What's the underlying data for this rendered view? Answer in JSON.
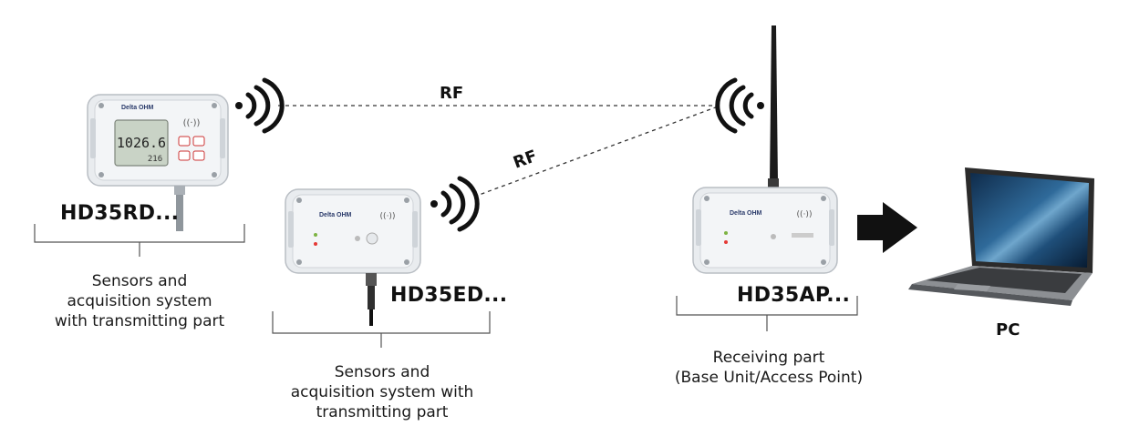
{
  "rf_labels": {
    "top": "RF",
    "lower": "RF"
  },
  "devices": {
    "rd": {
      "model": "HD35RD...",
      "caption": [
        "Sensors and",
        "acquisition system",
        "with transmitting part"
      ],
      "display": {
        "main": "1026.6",
        "sub": "216"
      },
      "brand": "Delta OHM"
    },
    "ed": {
      "model": "HD35ED...",
      "caption": [
        "Sensors and",
        "acquisition system with",
        "transmitting part"
      ],
      "brand": "Delta OHM"
    },
    "ap": {
      "model": "HD35AP...",
      "caption": [
        "Receiving part",
        "(Base Unit/Access Point)"
      ],
      "brand": "Delta OHM"
    }
  },
  "pc": {
    "label": "PC"
  }
}
